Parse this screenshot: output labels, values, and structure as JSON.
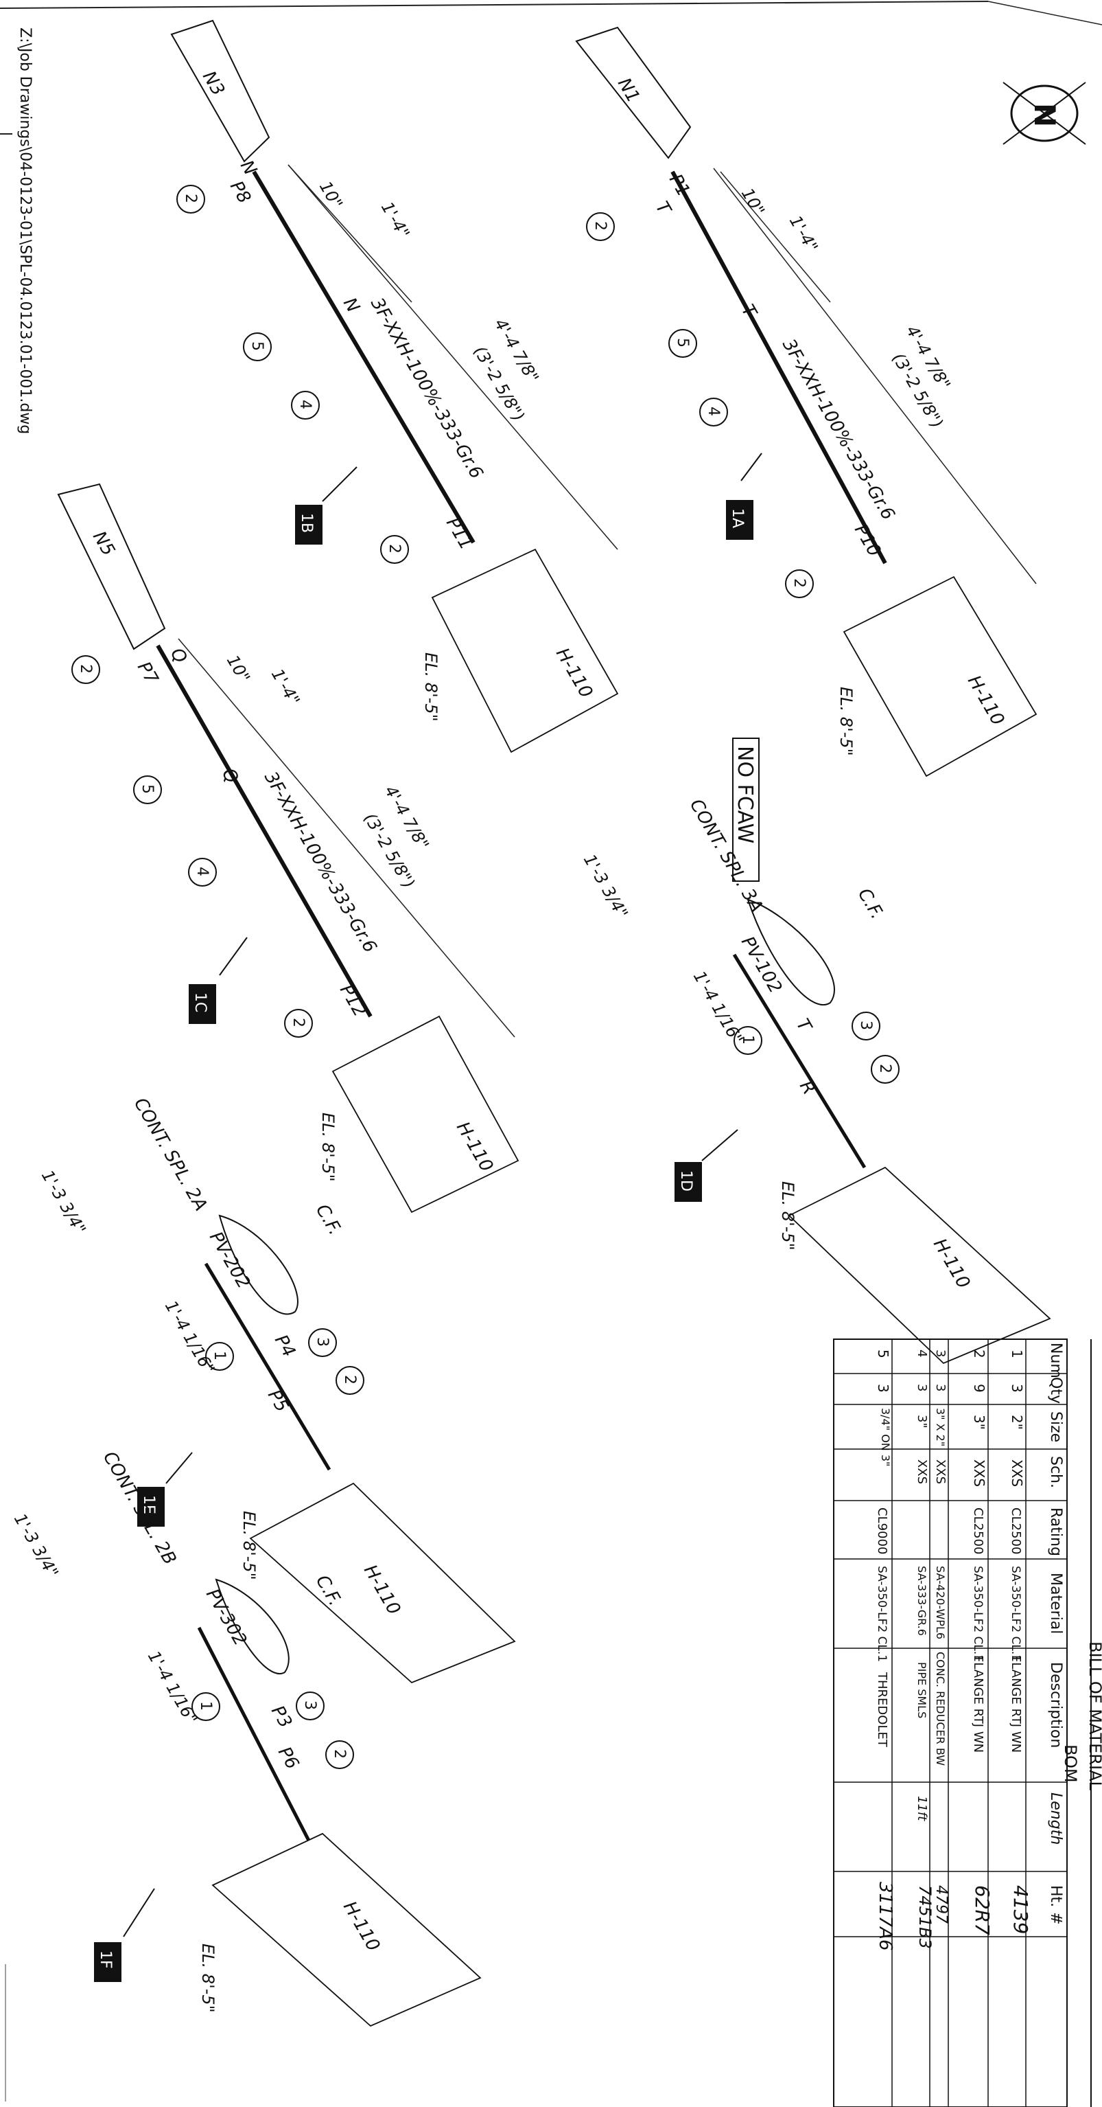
{
  "file_path": "Z:\\Job Drawings\\04-0123-01\\SPL-04.0123.01-001.dwg",
  "north_symbol": "N",
  "no_fcaw": "NO FCAW",
  "hanger": "H-110",
  "spools": [
    {
      "id": "1A",
      "nozzle": "N1",
      "dim_total": "4'-4 7/8\"",
      "dim_total2": "(3'-2 5/8\")",
      "dim_a": "1'-4\"",
      "dim_b": "10\"",
      "pipe_spec": "3F-XXH-100%-333-Gr.6",
      "weld_a": "P1",
      "weld_b": "P10",
      "weld_c": "T",
      "weld_d": "T",
      "el": "EL. 8'-5\""
    },
    {
      "id": "1B",
      "nozzle": "N3",
      "dim_total": "4'-4 7/8\"",
      "dim_total2": "(3'-2 5/8\")",
      "dim_a": "1'-4\"",
      "dim_b": "10\"",
      "pipe_spec": "3F-XXH-100%-333-Gr.6",
      "weld_a": "P8",
      "weld_b": "P11",
      "weld_c": "N",
      "weld_d": "N",
      "el": "EL. 8'-5\""
    },
    {
      "id": "1C",
      "nozzle": "N5",
      "dim_total": "4'-4 7/8\"",
      "dim_total2": "(3'-2 5/8\")",
      "dim_a": "1'-4\"",
      "dim_b": "10\"",
      "pipe_spec": "3F-XXH-100%-333-Gr.6",
      "weld_a": "P7",
      "weld_b": "P12",
      "weld_c": "Q",
      "weld_d": "Q",
      "el": "EL. 8'-5\""
    },
    {
      "id": "1D",
      "cont": "CONT. SPL. 3A",
      "valve": "PV-102",
      "cf": "C.F.",
      "dim_a": "1'-3 3/4\"",
      "dim_b": "1'-4 1/16\"",
      "weld_a": "R",
      "weld_b": "T",
      "el": "EL. 8'-5\""
    },
    {
      "id": "1E",
      "cont": "CONT. SPL. 2A",
      "valve": "PV-202",
      "cf": "C.F.",
      "dim_a": "1'-3 3/4\"",
      "dim_b": "1'-4 1/16\"",
      "weld_a": "P4",
      "weld_b": "P5",
      "el": "EL. 8'-5\""
    },
    {
      "id": "1F",
      "cont": "CONT. SPL. 2B",
      "valve": "PV-302",
      "cf": "C.F.",
      "dim_a": "1'-3 3/4\"",
      "dim_b": "1'-4 1/16\"",
      "weld_a": "P3",
      "weld_b": "P6",
      "el": "EL. 8'-5\""
    }
  ],
  "bom": {
    "title": "BILL OF MATERIAL",
    "subtitle": "BOM",
    "headers": [
      "Num",
      "Qty",
      "Size",
      "Sch.",
      "Rating",
      "Material",
      "Description",
      "Length",
      "Ht. #"
    ],
    "rows": [
      {
        "num": "1",
        "qty": "3",
        "size": "2\"",
        "sch": "XXS",
        "rating": "CL2500",
        "material": "SA-350-LF2 CL.1",
        "description": "FLANGE RTJ WN",
        "length": "",
        "ht": "4139"
      },
      {
        "num": "2",
        "qty": "9",
        "size": "3\"",
        "sch": "XXS",
        "rating": "CL2500",
        "material": "SA-350-LF2 CL.1",
        "description": "FLANGE RTJ WN",
        "length": "",
        "ht": "62R7"
      },
      {
        "num": "3",
        "qty": "3",
        "size": "3\" X 2\"",
        "sch": "XXS",
        "rating": "",
        "material": "SA-420-WPL6",
        "description": "CONC. REDUCER BW",
        "length": "",
        "ht": "4797"
      },
      {
        "num": "4",
        "qty": "3",
        "size": "3\"",
        "sch": "XXS",
        "rating": "",
        "material": "SA-333-GR.6",
        "description": "PIPE SMLS",
        "length": "11ft",
        "ht": "7451B3"
      },
      {
        "num": "5",
        "qty": "3",
        "size": "3/4\" ON 3\"",
        "sch": "",
        "rating": "CL9000",
        "material": "SA-350-LF2 CL.1",
        "description": "THREDOLET",
        "length": "",
        "ht": "3117A6"
      }
    ]
  }
}
